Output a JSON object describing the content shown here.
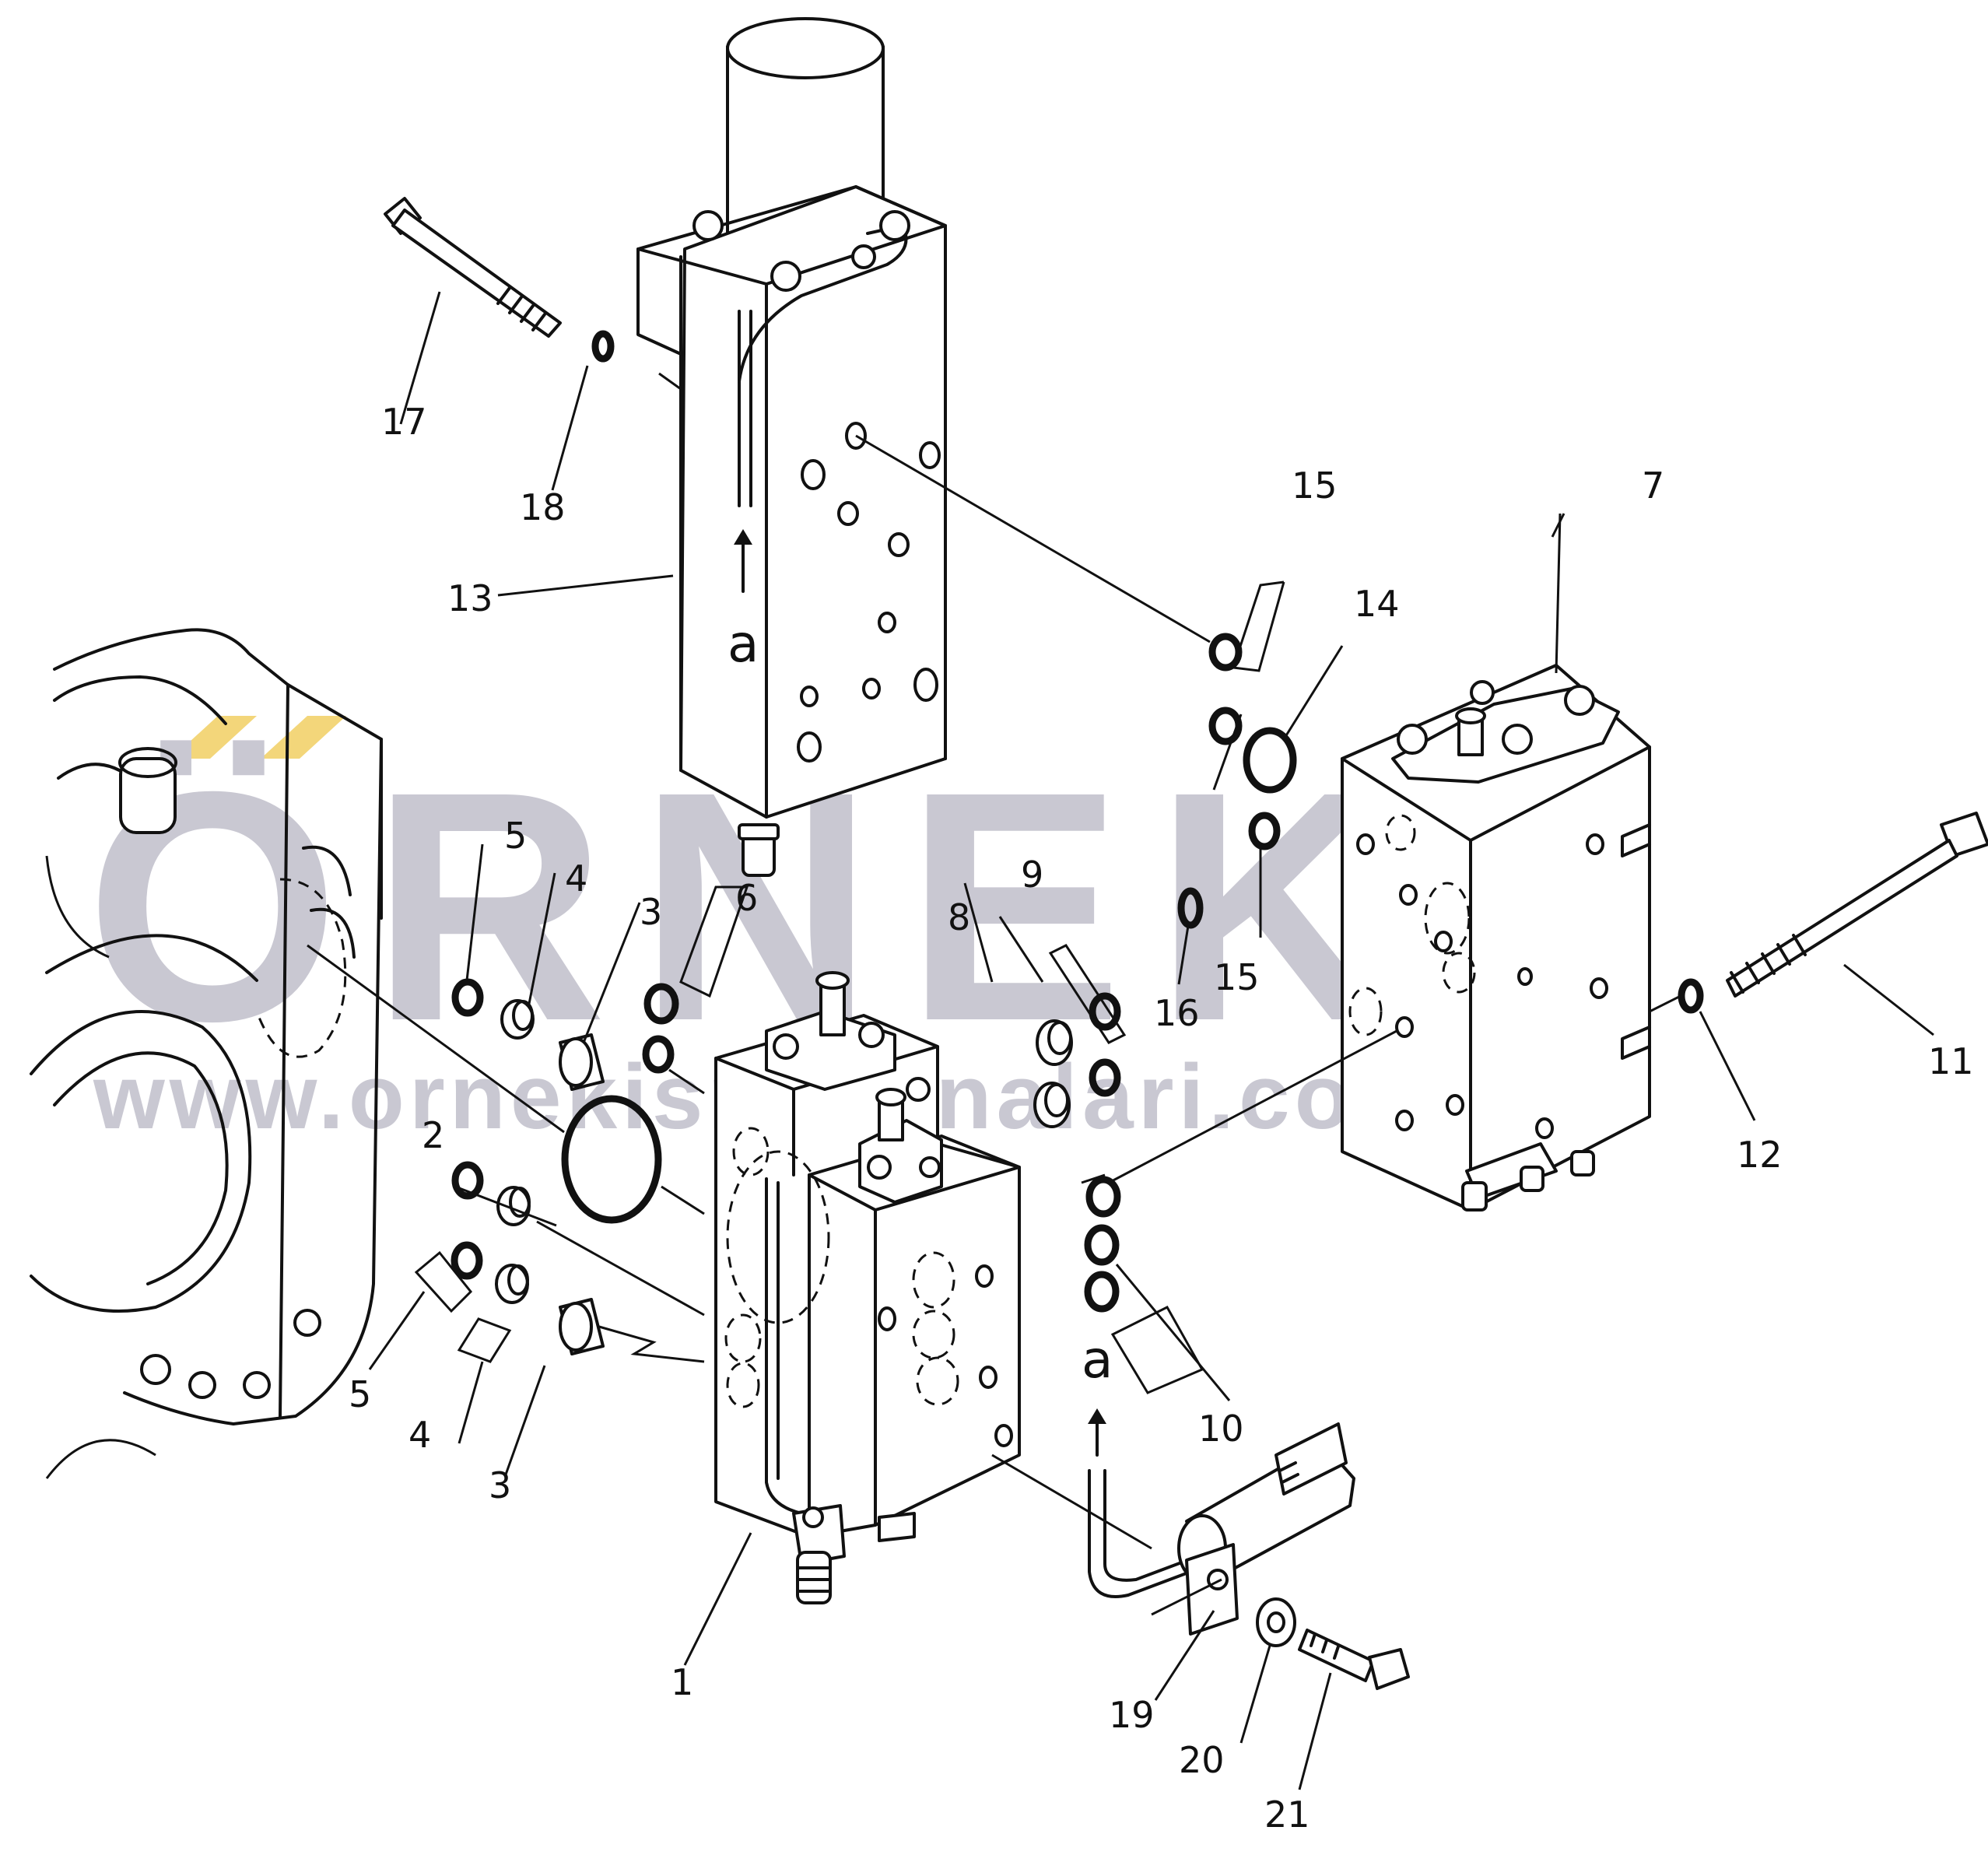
{
  "watermark": {
    "brand": "ÖRNEK",
    "url": "www.ornekismakinalari.com.tr",
    "colors": {
      "gray": "#c9c8d2",
      "yellow": "#f3d67a"
    }
  },
  "callouts": {
    "n1": "1",
    "n2": "2",
    "n3a": "3",
    "n3b": "3",
    "n4a": "4",
    "n4b": "4",
    "n5a": "5",
    "n5b": "5",
    "n6": "6",
    "n7": "7",
    "n8": "8",
    "n9": "9",
    "n10": "10",
    "n11": "11",
    "n12": "12",
    "n13": "13",
    "n14": "14",
    "n15a": "15",
    "n15b": "15",
    "n16": "16",
    "n17": "17",
    "n18": "18",
    "n19": "19",
    "n20": "20",
    "n21": "21"
  },
  "connection_marks": {
    "upper": "a",
    "lower": "a"
  }
}
